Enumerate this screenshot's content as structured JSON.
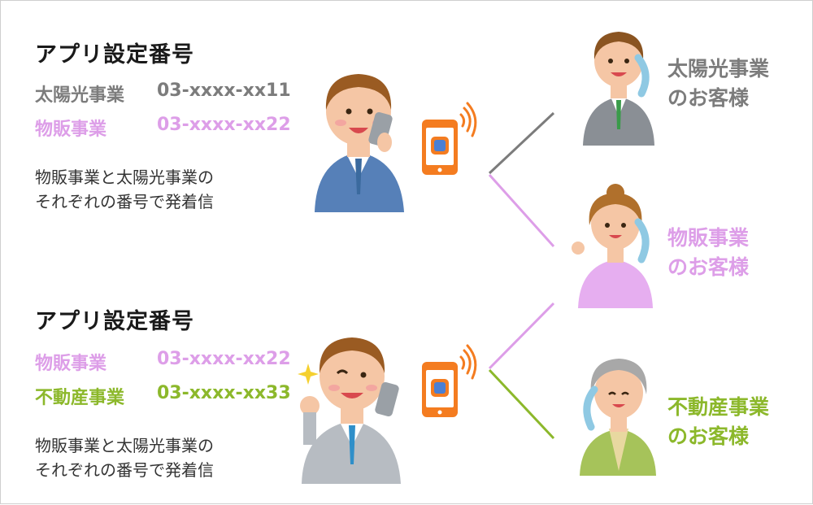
{
  "colors": {
    "solar": "#7c7c7c",
    "retail": "#dd9ee8",
    "realestate": "#8cb82b",
    "text": "#333333",
    "phone": "#f47c20",
    "suit_blue": "#5680b8",
    "suit_gray": "#9aa0a6",
    "blouse_pink": "#e6aef0",
    "sweater_green": "#a6c35a"
  },
  "groups": [
    {
      "title": "アプリ設定番号",
      "rows": [
        {
          "label": "太陽光事業",
          "number": "03-xxxx-xx11",
          "color": "solar"
        },
        {
          "label": "物販事業",
          "number": "03-xxxx-xx22",
          "color": "retail"
        }
      ],
      "note_lines": [
        "物販事業と太陽光事業の",
        "それぞれの番号で発着信"
      ]
    },
    {
      "title": "アプリ設定番号",
      "rows": [
        {
          "label": "物販事業",
          "number": "03-xxxx-xx22",
          "color": "retail"
        },
        {
          "label": "不動産事業",
          "number": "03-xxxx-xx33",
          "color": "realestate"
        }
      ],
      "note_lines": [
        "物販事業と太陽光事業の",
        "それぞれの番号で発着信"
      ]
    }
  ],
  "customers": [
    {
      "line1": "太陽光事業",
      "line2": "のお客様",
      "color": "solar"
    },
    {
      "line1": "物販事業",
      "line2": "のお客様",
      "color": "retail"
    },
    {
      "line1": "不動産事業",
      "line2": "のお客様",
      "color": "realestate"
    }
  ],
  "icons": [
    "smartphone-icon",
    "signal-waves-icon",
    "handset-icon",
    "sparkle-icon"
  ]
}
